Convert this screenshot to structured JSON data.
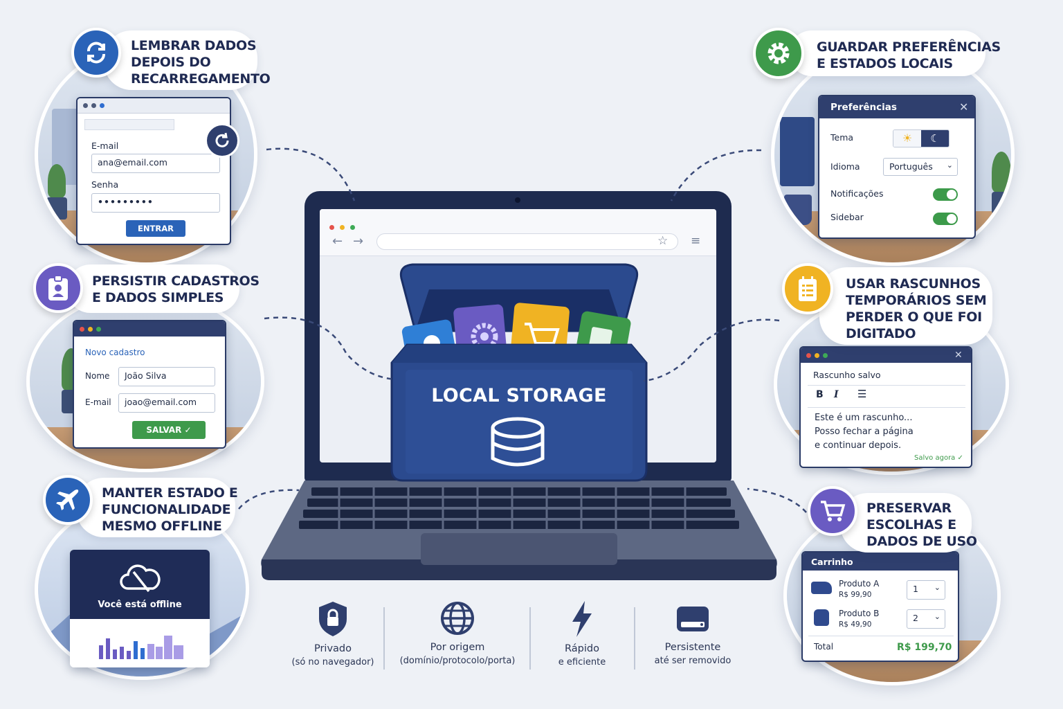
{
  "center": {
    "storage_label": "LOCAL STORAGE"
  },
  "panels": {
    "reload": {
      "title_lines": [
        "LEMBRAR DADOS",
        "DEPOIS DO",
        "RECARREGAMENTO"
      ],
      "icon": "refresh-icon",
      "color": "#2a63b8",
      "email_label": "E-mail",
      "email_value": "ana@email.com",
      "password_label": "Senha",
      "password_value": "•••••••••",
      "button": "ENTRAR"
    },
    "preferences": {
      "title_lines": [
        "GUARDAR PREFERÊNCIAS",
        "E ESTADOS LOCAIS"
      ],
      "icon": "gear-icon",
      "color": "#3e9a4b",
      "window_title": "Preferências",
      "theme_label": "Tema",
      "language_label": "Idioma",
      "language_value": "Português",
      "notifications_label": "Notificações",
      "sidebar_label": "Sidebar"
    },
    "register": {
      "title_lines": [
        "PERSISTIR CADASTROS",
        "E DADOS SIMPLES"
      ],
      "icon": "id-card-icon",
      "color": "#6a5bc2",
      "form_title": "Novo cadastro",
      "name_label": "Nome",
      "name_value": "João Silva",
      "email_label": "E-mail",
      "email_value": "joao@email.com",
      "button": "SALVAR"
    },
    "drafts": {
      "title_lines": [
        "USAR RASCUNHOS",
        "TEMPORÁRIOS SEM",
        "PERDER O QUE FOI",
        "DIGITADO"
      ],
      "icon": "notepad-icon",
      "color": "#f0b323",
      "window_title": "Rascunho salvo",
      "bold": "B",
      "italic": "I",
      "text_lines": [
        "Este é um rascunho...",
        "Posso fechar a página",
        "e continuar depois."
      ],
      "saved": "Salvo agora"
    },
    "offline": {
      "title_lines": [
        "MANTER ESTADO E",
        "FUNCIONALIDADE",
        "MESMO OFFLINE"
      ],
      "icon": "airplane-icon",
      "color": "#2a63b8",
      "message": "Você está offline"
    },
    "cart": {
      "title_lines": [
        "PRESERVAR",
        "ESCOLHAS E",
        "DADOS DE USO"
      ],
      "icon": "cart-icon",
      "color": "#6a5bc2",
      "window_title": "Carrinho",
      "items": [
        {
          "name": "Produto A",
          "price": "R$ 99,90",
          "qty": "1"
        },
        {
          "name": "Produto B",
          "price": "R$ 49,90",
          "qty": "2"
        }
      ],
      "total_label": "Total",
      "total_value": "R$ 199,70"
    }
  },
  "features": [
    {
      "icon": "shield-lock-icon",
      "title": "Privado",
      "sub": "(só no navegador)"
    },
    {
      "icon": "globe-icon",
      "title": "Por origem",
      "sub": "(domínio/protocolo/porta)"
    },
    {
      "icon": "lightning-icon",
      "title": "Rápido",
      "sub": "e eficiente"
    },
    {
      "icon": "drive-icon",
      "title": "Persistente",
      "sub": "até ser removido"
    }
  ]
}
